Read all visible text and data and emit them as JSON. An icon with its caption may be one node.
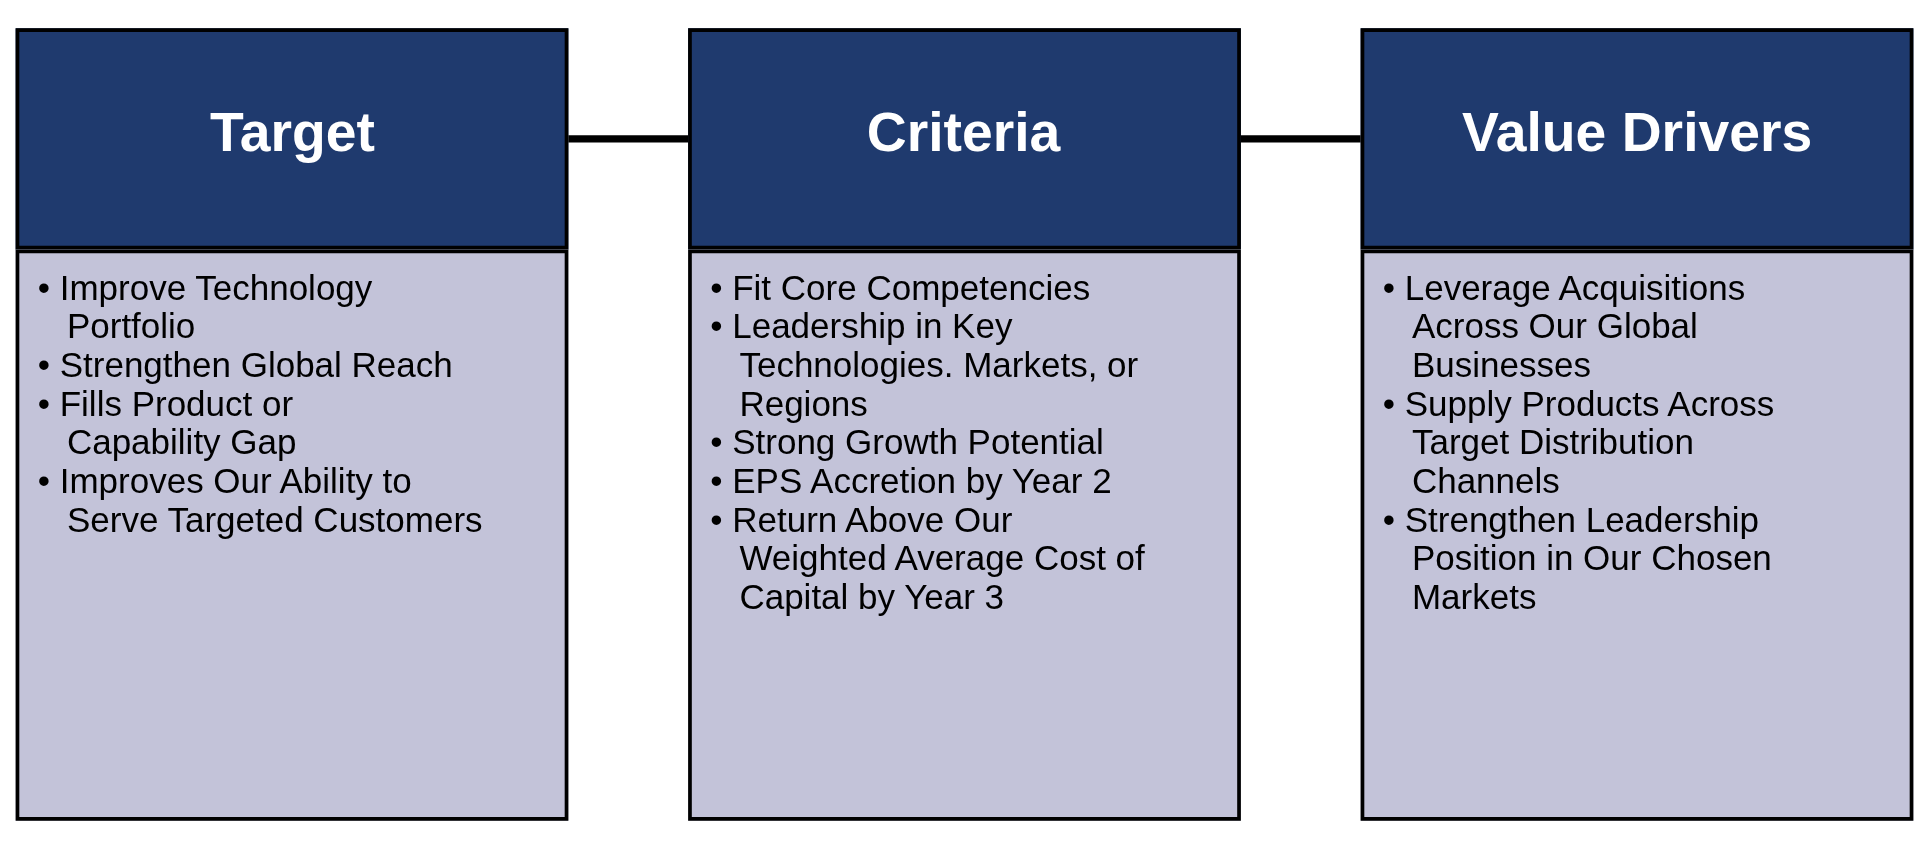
{
  "diagram": {
    "nodes": [
      {
        "text": [
          "Target",
          "• Improve Technology Portfolio",
          "• Strengthen Global Reach",
          "• Fills Product or Capability Gap",
          "• Improves Our Ability to Serve Targeted Customers"
        ]
      },
      {
        "text": [
          "Criteria",
          "• Fit Core Competencies",
          "• Leadership in Key Technologies. Markets, or Regions",
          "• Strong Growth Potential",
          "• EPS Accretion by Year 2",
          "• Return Above Our Weighted Average Cost of Capital by Year 3"
        ]
      },
      {
        "text": [
          "Value Drivers",
          "• Leverage Acquisitions Across Our Global Businesses",
          "• Supply Products Across Target Distribution Channels",
          "• Strengthen Leadership Position in Our Chosen Markets"
        ]
      }
    ],
    "edges": [
      {
        "from": 0,
        "to": 1,
        "arrow": "none"
      },
      {
        "from": 1,
        "to": 2,
        "arrow": "none"
      }
    ]
  }
}
